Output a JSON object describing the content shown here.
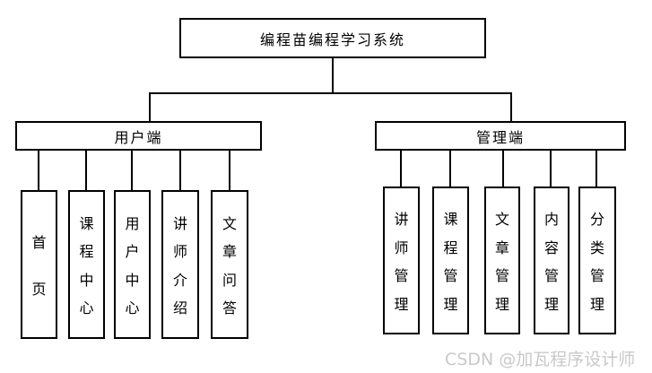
{
  "diagram": {
    "root": {
      "label": "编程苗编程学习系统"
    },
    "branches": [
      {
        "label": "用户端",
        "children": [
          "首页",
          "课程中心",
          "用户中心",
          "讲师介绍",
          "文章问答"
        ]
      },
      {
        "label": "管理端",
        "children": [
          "讲师管理",
          "课程管理",
          "文章管理",
          "内容管理",
          "分类管理"
        ]
      }
    ]
  },
  "watermark": {
    "text": "CSDN @加瓦程序设计师",
    "color": "#c9c9c9"
  },
  "colors": {
    "line": "#000000",
    "background": "#ffffff",
    "text": "#000000"
  }
}
